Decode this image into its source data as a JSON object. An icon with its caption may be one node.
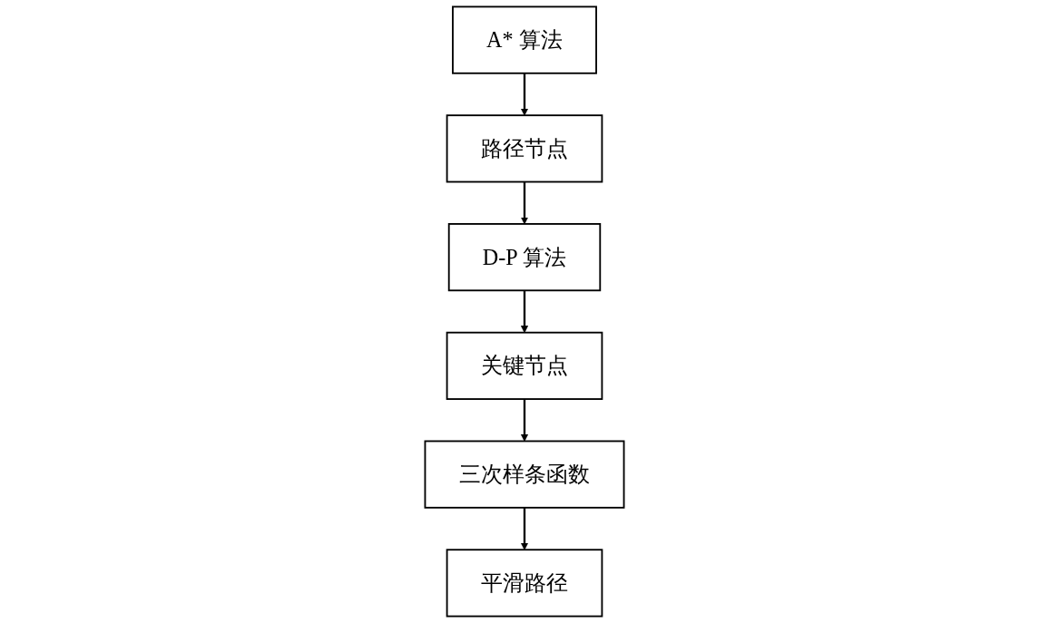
{
  "diagram": {
    "nodes": [
      {
        "text": [
          "A* 算法"
        ]
      },
      {
        "text": [
          "路径节点"
        ]
      },
      {
        "text": [
          "D-P 算法"
        ]
      },
      {
        "text": [
          "关键节点"
        ]
      },
      {
        "text": [
          "三次样条函数"
        ]
      },
      {
        "text": [
          "平滑路径"
        ]
      }
    ],
    "edges": [
      {
        "from": 0,
        "to": 1,
        "arrow": "to"
      },
      {
        "from": 1,
        "to": 2,
        "arrow": "to"
      },
      {
        "from": 2,
        "to": 3,
        "arrow": "to"
      },
      {
        "from": 3,
        "to": 4,
        "arrow": "to"
      },
      {
        "from": 4,
        "to": 5,
        "arrow": "to"
      }
    ]
  }
}
